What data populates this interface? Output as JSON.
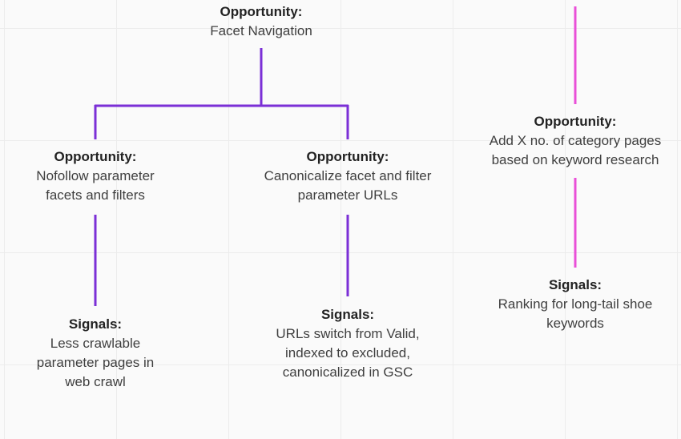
{
  "colors": {
    "background": "#fafafa",
    "grid": "#ececec",
    "tree_connector": "#7b2fd6",
    "right_connector": "#e94fd8",
    "text": "#3f3f3f",
    "label": "#222222"
  },
  "nodes": {
    "facet_nav": {
      "label": "Opportunity:",
      "lines": [
        "Facet Navigation"
      ]
    },
    "nofollow": {
      "label": "Opportunity:",
      "lines": [
        "Nofollow parameter",
        "facets and filters"
      ]
    },
    "canonicalize": {
      "label": "Opportunity:",
      "lines": [
        "Canonicalize facet and filter",
        "parameter URLs"
      ]
    },
    "category_pages": {
      "label": "Opportunity:",
      "lines": [
        "Add X no. of category pages",
        "based on keyword research"
      ]
    },
    "signals_crawl": {
      "label": "Signals:",
      "lines": [
        "Less crawlable",
        "parameter pages in",
        "web crawl"
      ]
    },
    "signals_gsc": {
      "label": "Signals:",
      "lines": [
        "URLs switch from Valid,",
        "indexed to excluded,",
        "canonicalized in GSC"
      ]
    },
    "signals_ranking": {
      "label": "Signals:",
      "lines": [
        "Ranking for long-tail shoe",
        "keywords"
      ]
    }
  }
}
